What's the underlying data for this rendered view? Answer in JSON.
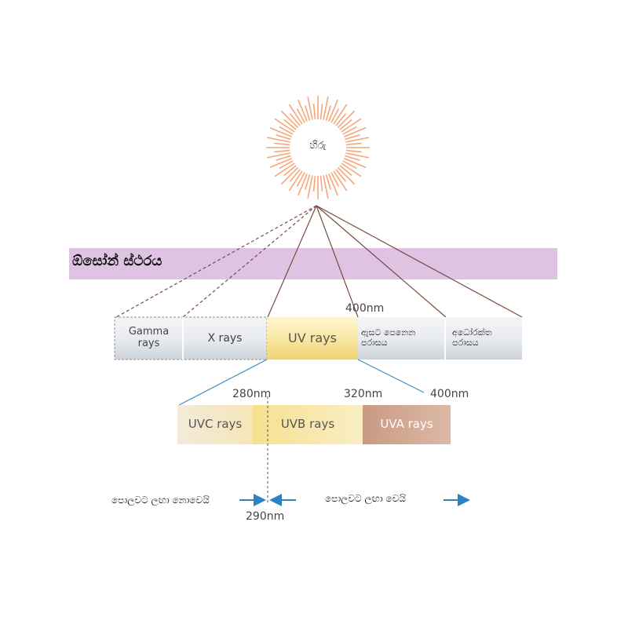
{
  "sun": {
    "label": "හිරු"
  },
  "ozone_layer": {
    "label": "ඕසෝන් ස්ථරය"
  },
  "spectrum": {
    "marker_400": "400nm",
    "bands": [
      {
        "label": "Gamma\nrays"
      },
      {
        "label": "X rays"
      },
      {
        "label": "UV rays"
      },
      {
        "label": "ඇසට පෙනෙන\nපරාසය"
      },
      {
        "label": "අධෝරක්ත\nපරාසය"
      }
    ]
  },
  "uv_subbands": {
    "markers": {
      "m280": "280nm",
      "m320": "320nm",
      "m400": "400nm"
    },
    "bands": [
      {
        "label": "UVC rays"
      },
      {
        "label": "UVB rays"
      },
      {
        "label": "UVA rays"
      }
    ]
  },
  "ground": {
    "not_reaching": "පොලවට ලඟා නොවෙයි",
    "reaching": "පොලවට ලඟා වෙයි",
    "marker_290": "290nm"
  },
  "colors": {
    "sun_rays": "#f4a77a",
    "ozone_band": "#dfc3e3",
    "beam_line": "#7a4b3c",
    "uv_link": "#3a8fc8",
    "arrow": "#2b84c2",
    "uv_fill": "#f6dd8a",
    "uva_fill": "#c79a84",
    "grey_fill": "#e2e6ea"
  }
}
